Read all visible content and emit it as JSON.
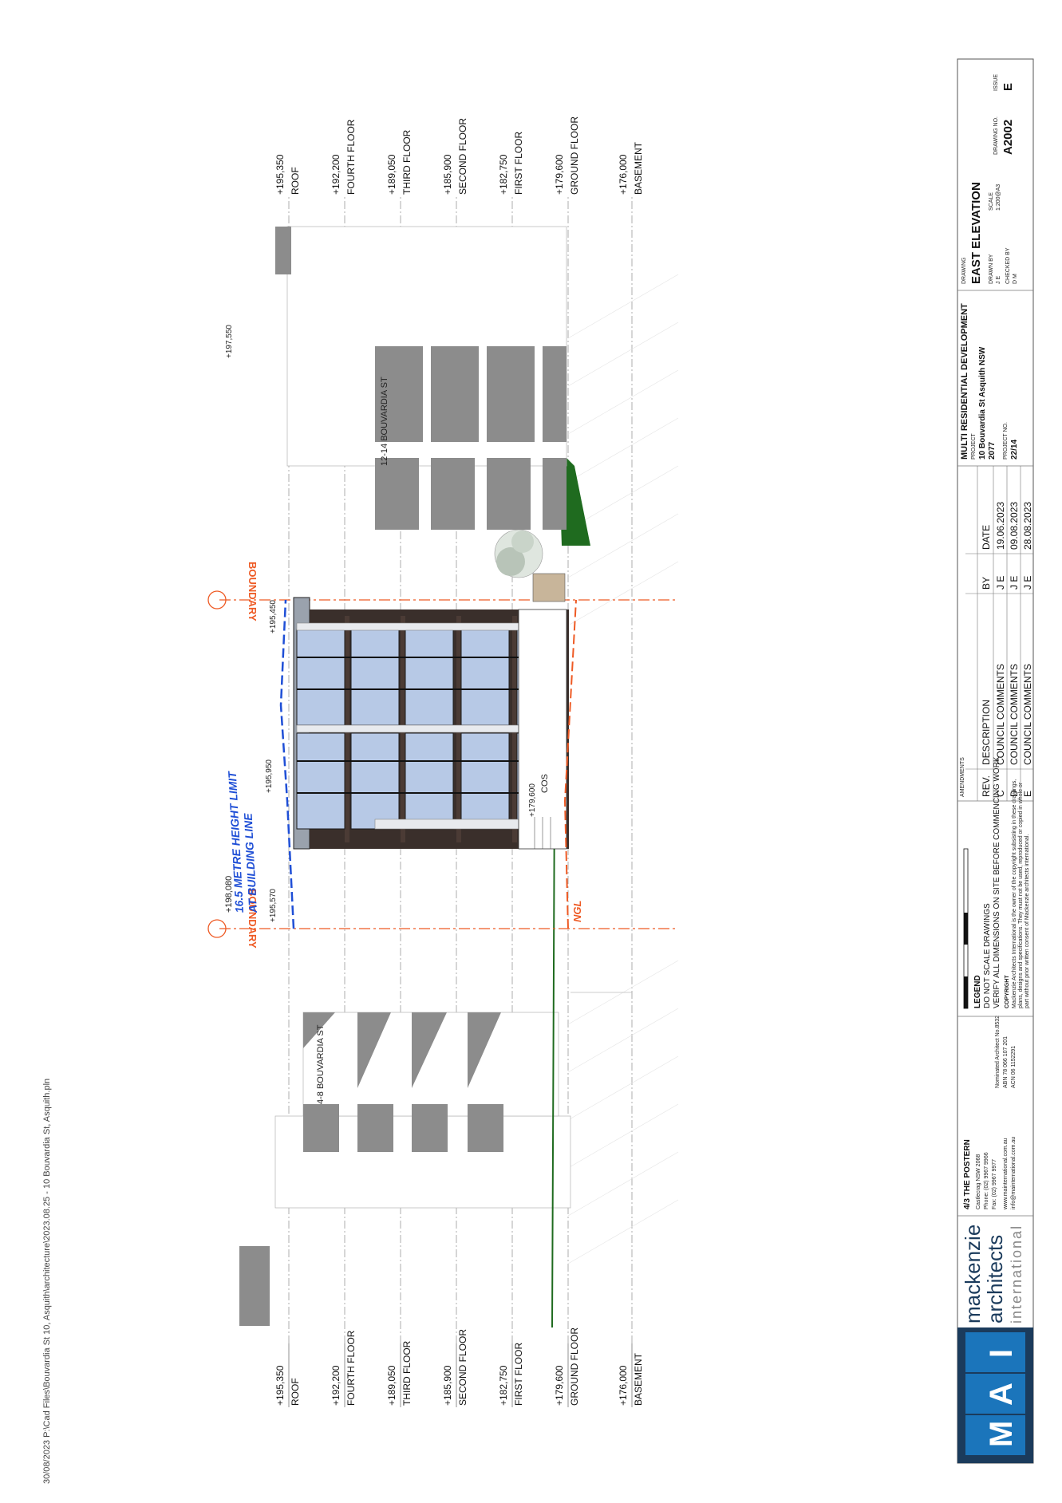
{
  "file_path_stamp": "30/08/2023 P:\\Cad Files\\Bouvardia St 10, Asquith\\architecture\\2023.08.25 - 10 Bouvardia St, Asquith.pln",
  "levels": [
    {
      "name": "ROOF",
      "elevation": "+195,350"
    },
    {
      "name": "FOURTH FLOOR",
      "elevation": "+192,200"
    },
    {
      "name": "THIRD FLOOR",
      "elevation": "+189,050"
    },
    {
      "name": "SECOND FLOOR",
      "elevation": "+185,900"
    },
    {
      "name": "FIRST FLOOR",
      "elevation": "+182,750"
    },
    {
      "name": "GROUND FLOOR",
      "elevation": "+179,600"
    },
    {
      "name": "BASEMENT",
      "elevation": "+176,000"
    }
  ],
  "annotations": {
    "height_limit_line1": "16.5 METRE HEIGHT LIMIT",
    "height_limit_line2": "AT BUILDING LINE",
    "boundary_left": "BOUNDARY",
    "boundary_right": "BOUNDARY",
    "ngl": "NGL",
    "cos": "COS",
    "neighbour_left_label": "4-8 BOUVARDIA ST",
    "neighbour_right_label": "12-14 BOUVARDIA ST",
    "spot_198080": "+198,080",
    "spot_197550": "+197,550",
    "spot_195450": "+195,450",
    "spot_195950": "+195,950",
    "spot_195570": "+195,570",
    "spot_179600": "+179,600"
  },
  "title_block": {
    "company_line1": "mackenzie",
    "company_line2": "architects",
    "company_line3": "international",
    "logo_letters": [
      "M",
      "A",
      "I"
    ],
    "address_title": "4/3 THE POSTERN",
    "address_lines": [
      "Castlecrag NSW 2068",
      "Phone: (02) 9967 9966",
      "Fax: (02) 9967 9977",
      "www.mainternational.com.au",
      "info@mainternational.com.au"
    ],
    "nominated": [
      "Nominated Architect No.8532",
      "ABN 78 066 107 201",
      "ACN 06 1152291"
    ],
    "legend_title": "LEGEND",
    "legend_line1": "DO NOT SCALE DRAWINGS",
    "legend_line2": "VERIFY ALL DIMENSIONS ON SITE BEFORE COMMENCING WORK",
    "copyright_title": "COPYRIGHT",
    "copyright_text1": "Mackenzie Architects International is the owner of the copyright subsisting in these drawings,",
    "copyright_text2": "plans, designs and specifications. They must not be used, reproduced or copied in whole or",
    "copyright_text3": "part without prior written consent of Mackenzie architects international.",
    "amendments_label": "AMENDMENTS",
    "amend_headers": {
      "rev": "REV.",
      "description": "DESCRIPTION",
      "by": "BY",
      "date": "DATE"
    },
    "amendments": [
      {
        "rev": "C",
        "description": "COUNCIL COMMENTS",
        "by": "J E",
        "date": "19.06.2023"
      },
      {
        "rev": "D",
        "description": "COUNCIL COMMENTS",
        "by": "J E",
        "date": "09.08.2023"
      },
      {
        "rev": "E",
        "description": "COUNCIL COMMENTS",
        "by": "J E",
        "date": "28.08.2023"
      }
    ],
    "project_title": "MULTI RESIDENTIAL DEVELOPMENT",
    "project_label": "PROJECT",
    "project_address1": "10 Bouvardia St Asquith NSW",
    "project_address2": "2077",
    "project_no_label": "PROJECT NO.",
    "project_no": "22/14",
    "drawing_label": "DRAWING",
    "drawing_title": "EAST ELEVATION",
    "drawn_by_label": "DRAWN BY",
    "drawn_by": "J E",
    "checked_by_label": "CHECKED BY",
    "checked_by": "D M",
    "scale_label": "SCALE",
    "scale": "1:200@A3",
    "drawing_no_label": "DRAWING NO.",
    "drawing_no": "A2002",
    "issue_label": "ISSUE",
    "issue": "E"
  },
  "colors": {
    "boundary": "#ee5a24",
    "height_limit": "#1f4fd6",
    "neighbour_grey": "#8c8c8c",
    "glass": "#b7c9e6",
    "frame": "#222222",
    "logo_blue": "#1b75bb",
    "logo_dark": "#1b3b5c",
    "ground_green": "#1f6b1f"
  }
}
